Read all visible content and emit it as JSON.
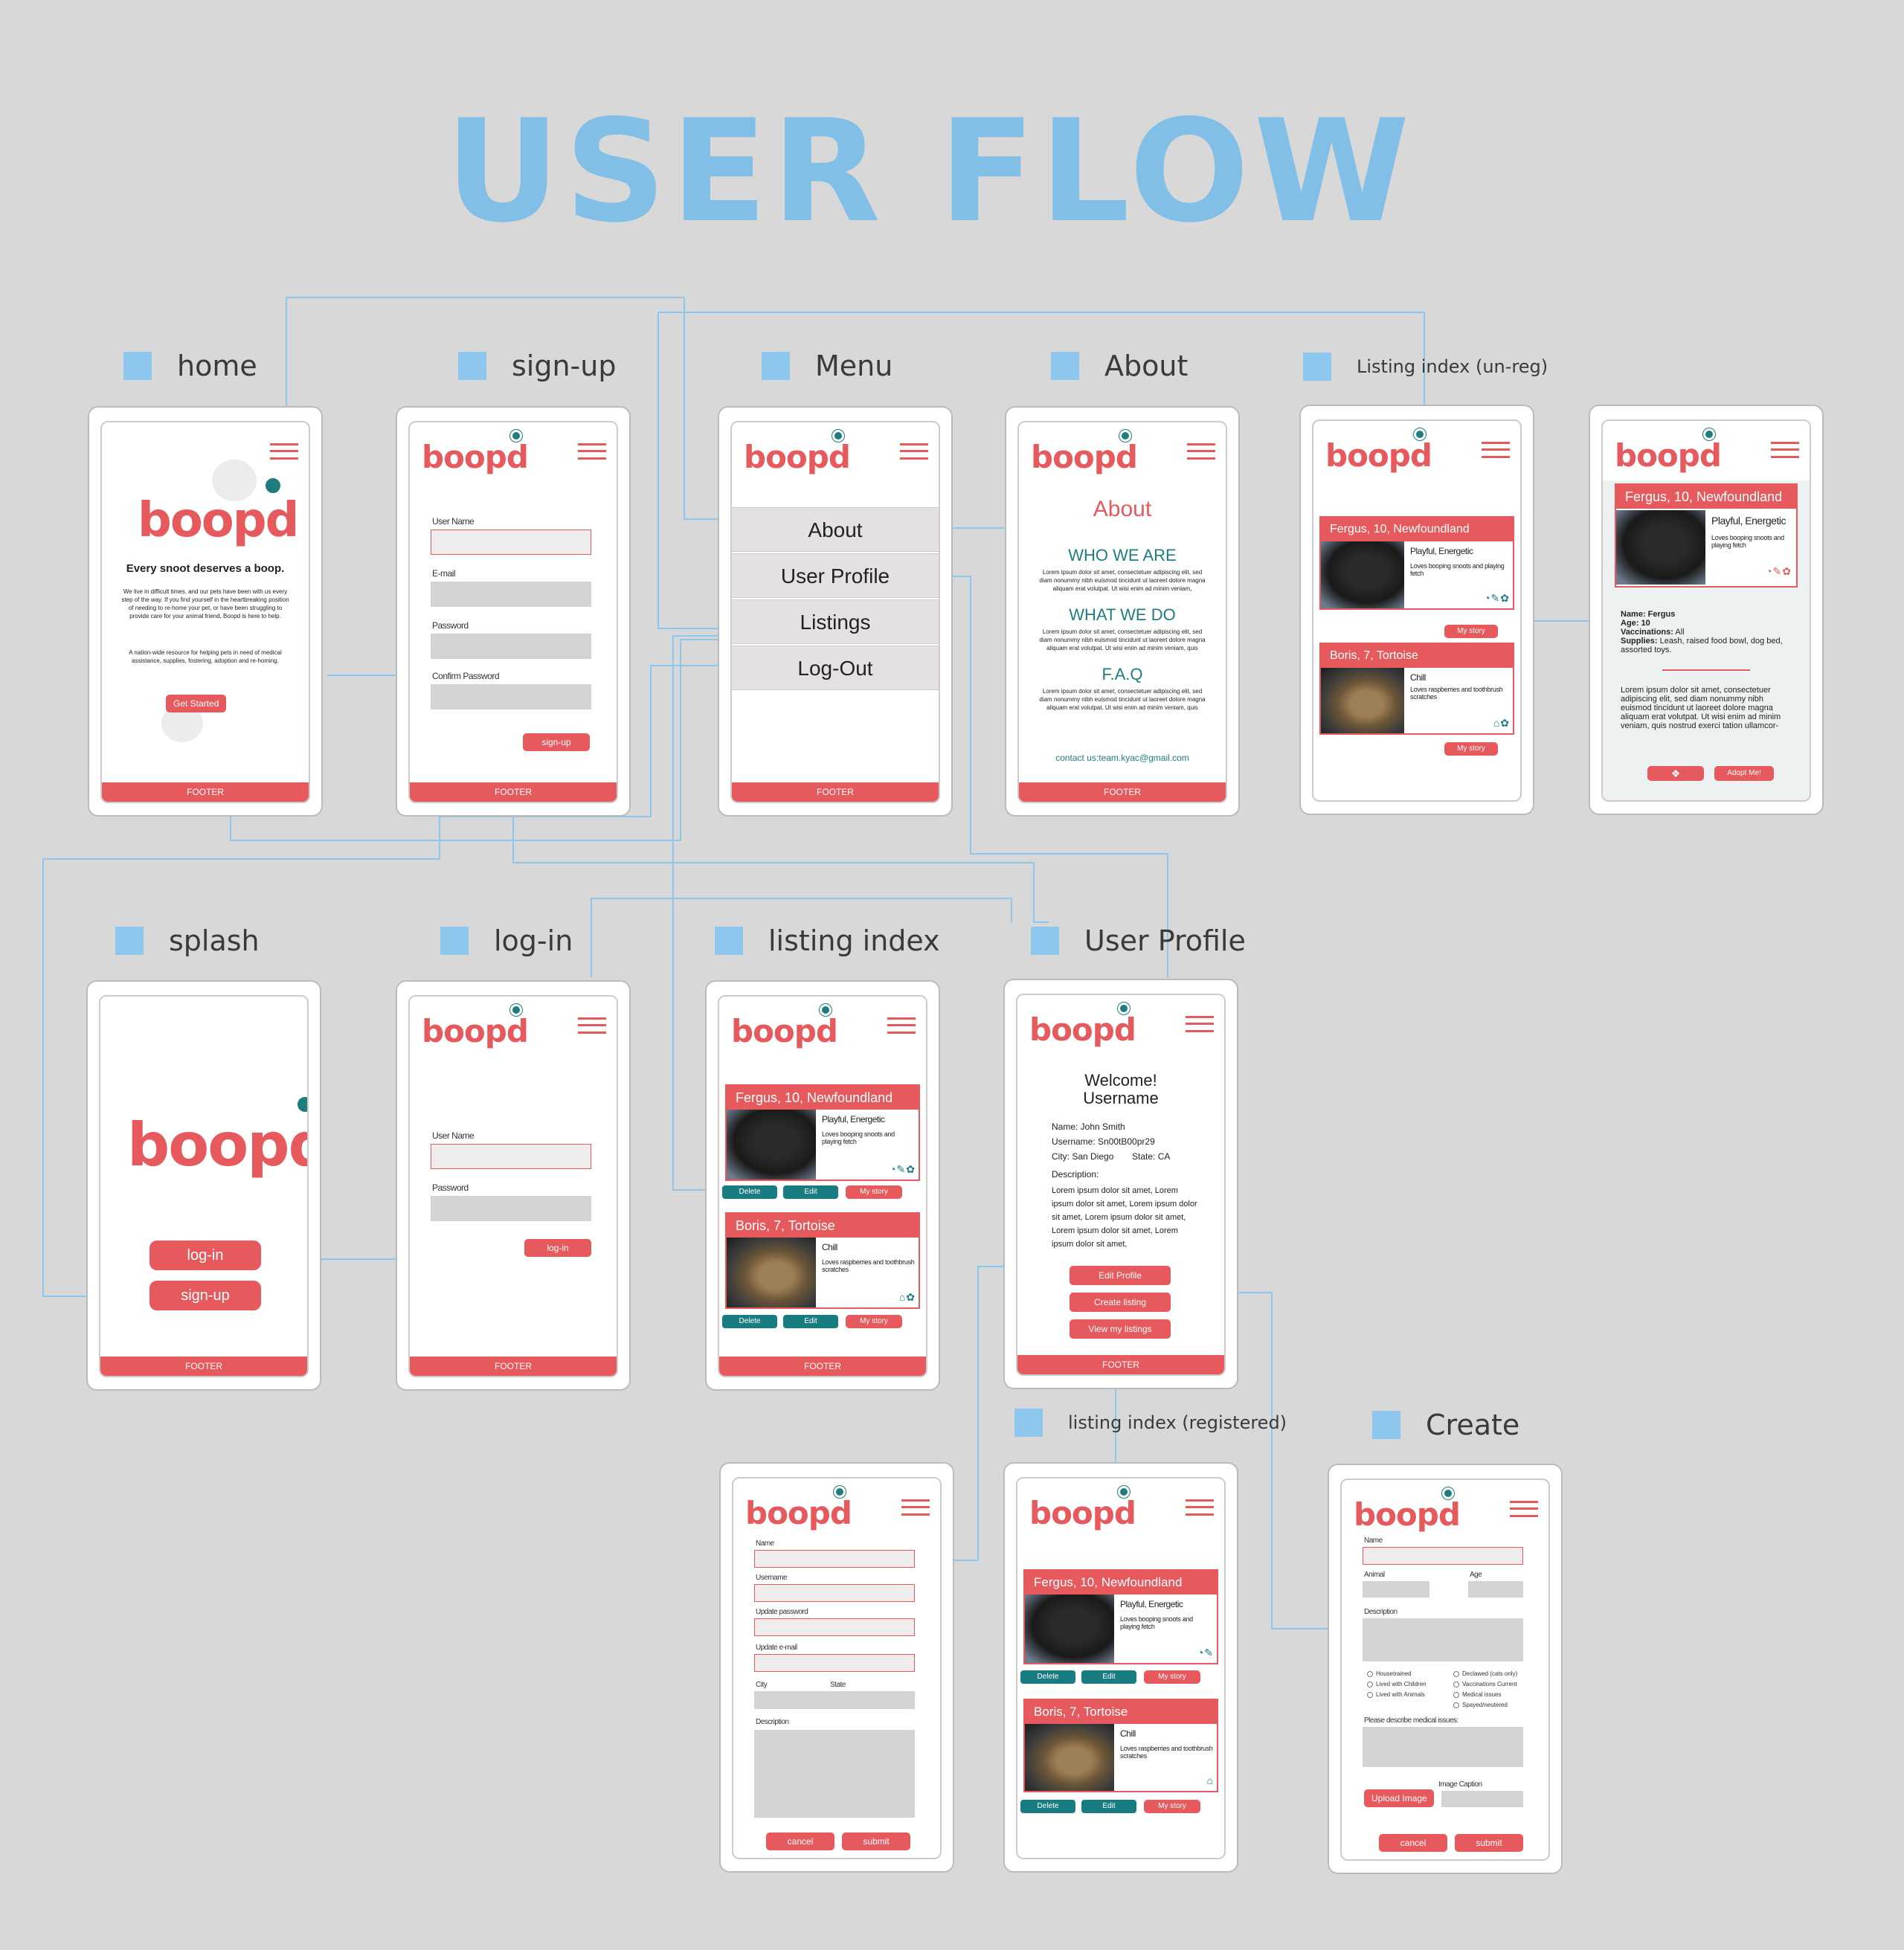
{
  "title": "USER FLOW",
  "labels": {
    "home": "home",
    "signup": "sign-up",
    "menu": "Menu",
    "about": "About",
    "listing_unreg": "Listing index (un-reg)",
    "splash": "splash",
    "login": "log-in",
    "listing_index": "listing index",
    "user_profile": "User Profile",
    "listing_registered": "listing index (registered)",
    "create": "Create"
  },
  "common": {
    "logo": "boopd",
    "footer": "FOOTER"
  },
  "home": {
    "tagline": "Every snoot deserves a boop.",
    "paragraph1": "We live in difficult times, and our pets have been with us every step of the way. If you find yourself in the heartbreaking position of needing to re-home your pet, or have been struggling to provide care for your animal friend, Boopd is here to help.",
    "paragraph2": "A nation-wide resource for helping pets in need of medical assistance, supplies, fostering, adoption and re-homing.",
    "cta": "Get Started"
  },
  "signup": {
    "username": "User Name",
    "email": "E-mail",
    "password": "Password",
    "confirm": "Confirm Password",
    "submit": "sign-up"
  },
  "menu": {
    "items": [
      "About",
      "User Profile",
      "Listings",
      "Log-Out"
    ]
  },
  "about": {
    "heading": "About",
    "who": "WHO WE ARE",
    "what": "WHAT WE DO",
    "faq": "F.A.Q",
    "lorem": "Lorem ipsum dolor sit amet, consectetuer adipiscing elit, sed diam nonummy nibh euismod tincidunt ut laoreet dolore magna aliquam erat volutpat. Ut wisi enim ad minim veniam,",
    "lorem_quis": "Lorem ipsum dolor sit amet, consectetuer adipiscing elit, sed diam nonummy nibh euismod tincidunt ut laoreet dolore magna aliquam erat volutpat. Ut wisi enim ad minim veniam, quis",
    "contact": "contact us:team.kyac@gmail.com"
  },
  "listings": {
    "fergus": {
      "title": "Fergus, 10, Newfoundland",
      "temperament": "Playful, Energetic",
      "likes": "Loves booping snoots and playing fetch"
    },
    "boris": {
      "title": "Boris, 7, Tortoise",
      "temperament": "Chill",
      "likes": "Loves raspberries and toothbrush scratches"
    },
    "my_story": "My story",
    "delete": "Delete",
    "edit": "Edit"
  },
  "detail": {
    "name": "Name: Fergus",
    "age": "Age: 10",
    "vacc_label": "Vaccinations:",
    "vacc_value": "All",
    "supp_label": "Supplies:",
    "supp_value": "Leash, raised food bowl, dog bed, assorted toys.",
    "lorem": "Lorem ipsum dolor sit amet, consectetuer adipiscing elit, sed diam nonummy nibh euismod tincidunt ut laoreet dolore magna aliquam erat volutpat. Ut wisi enim ad minim veniam, quis nostrud exerci tation ullamcor-",
    "adopt": "Adopt Me!"
  },
  "splash": {
    "login": "log-in",
    "signup": "sign-up"
  },
  "login": {
    "username": "User Name",
    "password": "Password",
    "submit": "log-in"
  },
  "profile": {
    "welcome": "Welcome!",
    "username_title": "Username",
    "name": "Name: John Smith",
    "username": "Username: Sn00tB00pr29",
    "city": "City: San Diego",
    "state": "State: CA",
    "desc_label": "Description:",
    "desc": "Lorem ipsum dolor sit amet, Lorem ipsum dolor sit amet, Lorem ipsum dolor sit amet, Lorem ipsum dolor sit amet, Lorem ipsum dolor sit amet, Lorem ipsum dolor sit amet,",
    "edit": "Edit Profile",
    "create": "Create listing",
    "view": "View my listings"
  },
  "edit_profile": {
    "name": "Name",
    "username": "Username",
    "update_password": "Update password",
    "update_email": "Update e-mail",
    "city": "City",
    "state": "State",
    "description": "Description",
    "cancel": "cancel",
    "submit": "submit"
  },
  "create": {
    "name": "Name",
    "animal": "Animal",
    "age": "Age",
    "description": "Description",
    "checks_left": [
      "Housetrained",
      "Lived with Children",
      "Lived with Animals"
    ],
    "checks_right": [
      "Declawed (cats only)",
      "Vaccinations Current",
      "Medical issues",
      "Spayed/neutered"
    ],
    "medical": "Please describe medical issues:",
    "upload": "Upload Image",
    "caption": "Image Caption",
    "cancel": "cancel",
    "submit": "submit"
  },
  "colors": {
    "title": "#82bfe6",
    "brand": "#e65a5d",
    "teal": "#197c80",
    "connector": "#8ec7ee",
    "background": "#d8d8d8"
  }
}
